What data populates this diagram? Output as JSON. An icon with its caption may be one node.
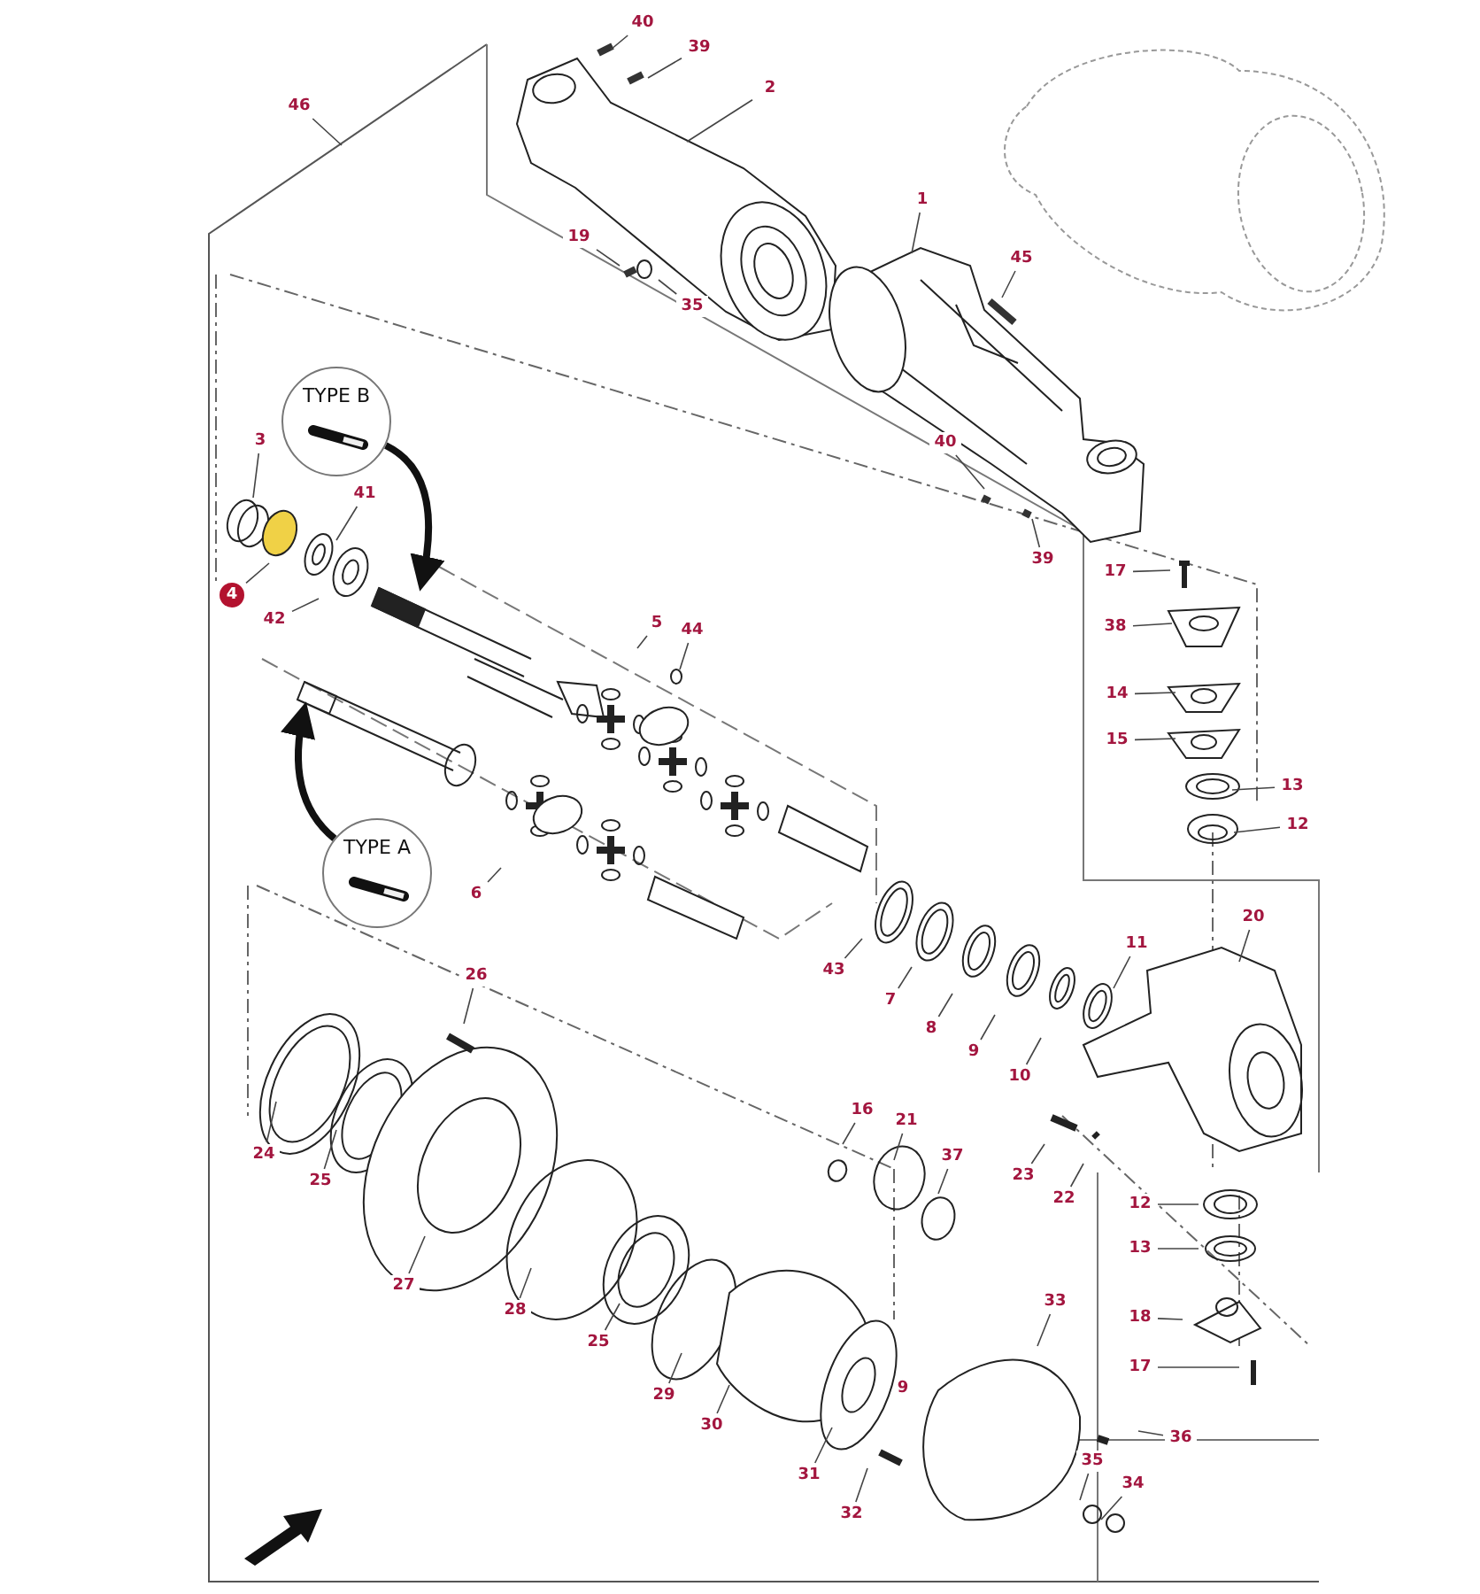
{
  "diagram": {
    "nodes": [
      {
        "text": [
          "46"
        ]
      },
      {
        "text": [
          "40"
        ]
      },
      {
        "text": [
          "39"
        ]
      },
      {
        "text": [
          "2"
        ]
      },
      {
        "text": [
          "19"
        ]
      },
      {
        "text": [
          "35"
        ]
      },
      {
        "text": [
          "1"
        ]
      },
      {
        "text": [
          "45"
        ]
      },
      {
        "text": [
          "40"
        ]
      },
      {
        "text": [
          "39"
        ]
      },
      {
        "text": [
          "17"
        ]
      },
      {
        "text": [
          "38"
        ]
      },
      {
        "text": [
          "14"
        ]
      },
      {
        "text": [
          "15"
        ]
      },
      {
        "text": [
          "13"
        ]
      },
      {
        "text": [
          "12"
        ]
      },
      {
        "text": [
          "3"
        ]
      },
      {
        "text": [
          "41"
        ]
      },
      {
        "text": [
          "4"
        ]
      },
      {
        "text": [
          "42"
        ]
      },
      {
        "text": [
          "5"
        ]
      },
      {
        "text": [
          "44"
        ]
      },
      {
        "text": [
          "6"
        ]
      },
      {
        "text": [
          "43"
        ]
      },
      {
        "text": [
          "7"
        ]
      },
      {
        "text": [
          "8"
        ]
      },
      {
        "text": [
          "9"
        ]
      },
      {
        "text": [
          "10"
        ]
      },
      {
        "text": [
          "11"
        ]
      },
      {
        "text": [
          "20"
        ]
      },
      {
        "text": [
          "26"
        ]
      },
      {
        "text": [
          "24"
        ]
      },
      {
        "text": [
          "25"
        ]
      },
      {
        "text": [
          "27"
        ]
      },
      {
        "text": [
          "28"
        ]
      },
      {
        "text": [
          "25"
        ]
      },
      {
        "text": [
          "29"
        ]
      },
      {
        "text": [
          "30"
        ]
      },
      {
        "text": [
          "31"
        ]
      },
      {
        "text": [
          "16"
        ]
      },
      {
        "text": [
          "21"
        ]
      },
      {
        "text": [
          "37"
        ]
      },
      {
        "text": [
          "23"
        ]
      },
      {
        "text": [
          "22"
        ]
      },
      {
        "text": [
          "12"
        ]
      },
      {
        "text": [
          "13"
        ]
      },
      {
        "text": [
          "18"
        ]
      },
      {
        "text": [
          "17"
        ]
      },
      {
        "text": [
          "33"
        ]
      },
      {
        "text": [
          "36"
        ]
      },
      {
        "text": [
          "35"
        ]
      },
      {
        "text": [
          "34"
        ]
      },
      {
        "text": [
          "32"
        ]
      },
      {
        "text": [
          "TYPE B"
        ]
      },
      {
        "text": [
          "TYPE A"
        ]
      }
    ],
    "edges": [
      {
        "from": 0,
        "to": null,
        "arrow": "none"
      },
      {
        "from": 1,
        "to": null,
        "arrow": "none"
      },
      {
        "from": 2,
        "to": null,
        "arrow": "none"
      },
      {
        "from": 3,
        "to": null,
        "arrow": "none"
      },
      {
        "from": 4,
        "to": null,
        "arrow": "none"
      },
      {
        "from": 5,
        "to": null,
        "arrow": "none"
      },
      {
        "from": 6,
        "to": null,
        "arrow": "none"
      },
      {
        "from": 7,
        "to": null,
        "arrow": "none"
      },
      {
        "from": 8,
        "to": null,
        "arrow": "none"
      },
      {
        "from": 9,
        "to": null,
        "arrow": "none"
      },
      {
        "from": 10,
        "to": null,
        "arrow": "none"
      },
      {
        "from": 11,
        "to": null,
        "arrow": "none"
      },
      {
        "from": 12,
        "to": null,
        "arrow": "none"
      },
      {
        "from": 13,
        "to": null,
        "arrow": "none"
      },
      {
        "from": 14,
        "to": null,
        "arrow": "none"
      },
      {
        "from": 15,
        "to": null,
        "arrow": "none"
      },
      {
        "from": 16,
        "to": null,
        "arrow": "none"
      },
      {
        "from": 17,
        "to": null,
        "arrow": "none"
      },
      {
        "from": 18,
        "to": null,
        "arrow": "none"
      },
      {
        "from": 19,
        "to": null,
        "arrow": "none"
      },
      {
        "from": 20,
        "to": null,
        "arrow": "none"
      },
      {
        "from": 21,
        "to": null,
        "arrow": "none"
      },
      {
        "from": 22,
        "to": null,
        "arrow": "none"
      },
      {
        "from": 23,
        "to": null,
        "arrow": "none"
      },
      {
        "from": 24,
        "to": null,
        "arrow": "none"
      },
      {
        "from": 25,
        "to": null,
        "arrow": "none"
      },
      {
        "from": 26,
        "to": null,
        "arrow": "none"
      },
      {
        "from": 27,
        "to": null,
        "arrow": "none"
      },
      {
        "from": 28,
        "to": null,
        "arrow": "none"
      },
      {
        "from": 29,
        "to": null,
        "arrow": "none"
      },
      {
        "from": 30,
        "to": null,
        "arrow": "none"
      },
      {
        "from": 31,
        "to": null,
        "arrow": "none"
      },
      {
        "from": 32,
        "to": null,
        "arrow": "none"
      },
      {
        "from": 33,
        "to": null,
        "arrow": "none"
      },
      {
        "from": 34,
        "to": null,
        "arrow": "none"
      },
      {
        "from": 35,
        "to": null,
        "arrow": "none"
      },
      {
        "from": 36,
        "to": null,
        "arrow": "none"
      },
      {
        "from": 37,
        "to": null,
        "arrow": "none"
      },
      {
        "from": 38,
        "to": null,
        "arrow": "none"
      },
      {
        "from": 39,
        "to": null,
        "arrow": "none"
      },
      {
        "from": 40,
        "to": null,
        "arrow": "none"
      },
      {
        "from": 41,
        "to": null,
        "arrow": "none"
      },
      {
        "from": 42,
        "to": null,
        "arrow": "none"
      },
      {
        "from": 43,
        "to": null,
        "arrow": "none"
      },
      {
        "from": 44,
        "to": null,
        "arrow": "none"
      },
      {
        "from": 45,
        "to": null,
        "arrow": "none"
      },
      {
        "from": 46,
        "to": null,
        "arrow": "none"
      },
      {
        "from": 47,
        "to": null,
        "arrow": "none"
      },
      {
        "from": 48,
        "to": null,
        "arrow": "none"
      },
      {
        "from": 49,
        "to": null,
        "arrow": "none"
      },
      {
        "from": 50,
        "to": null,
        "arrow": "none"
      },
      {
        "from": 51,
        "to": null,
        "arrow": "none"
      },
      {
        "from": 52,
        "to": null,
        "arrow": "none"
      },
      {
        "from": 53,
        "to": null,
        "arrow": "to",
        "style": "thick"
      },
      {
        "from": 54,
        "to": null,
        "arrow": "to",
        "style": "thick"
      }
    ],
    "labels": [
      "9"
    ]
  }
}
